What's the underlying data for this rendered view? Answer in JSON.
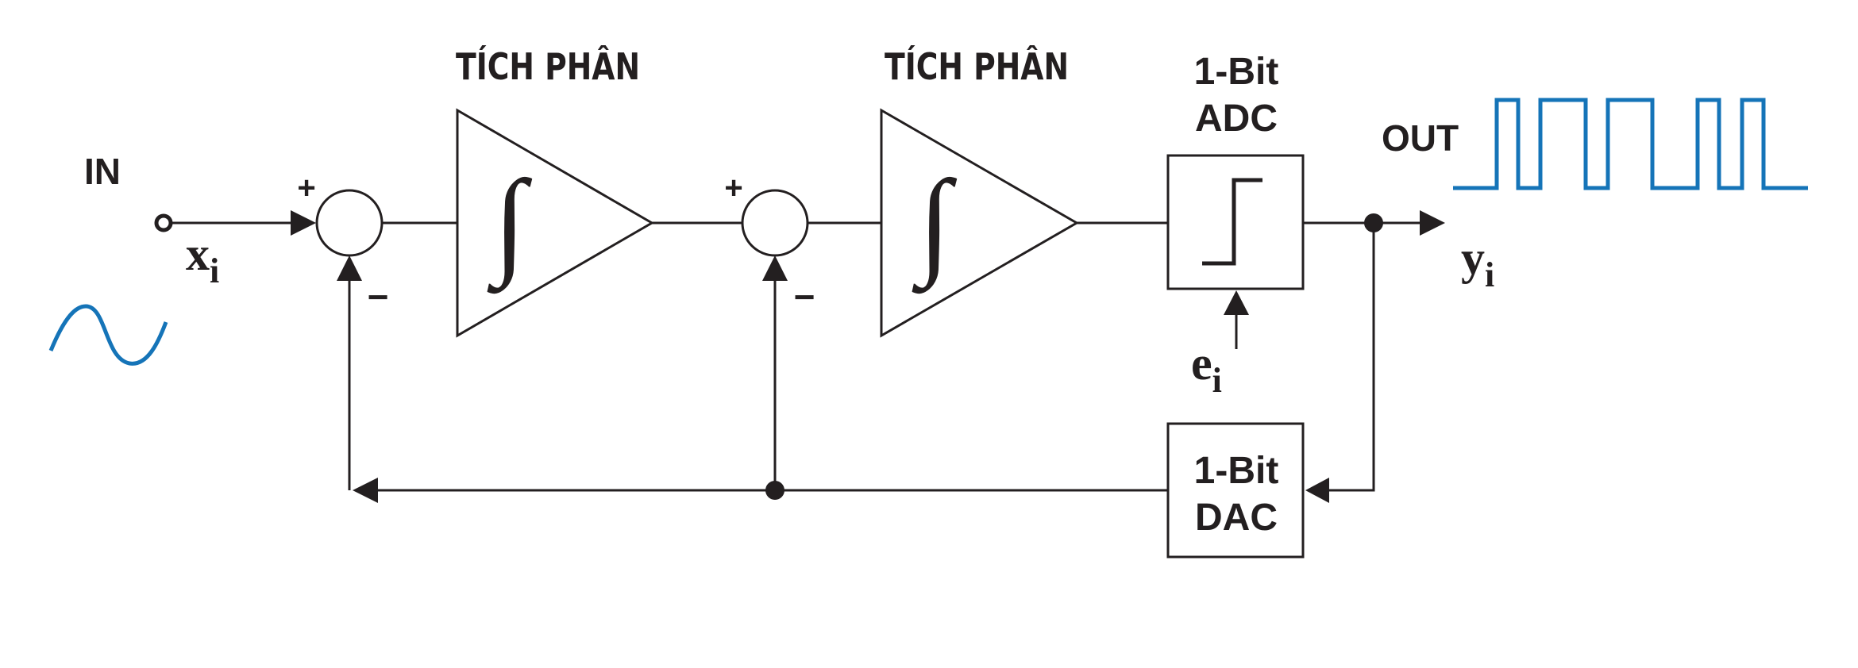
{
  "labels": {
    "in": "IN",
    "out": "OUT",
    "x_main": "x",
    "x_sub": "i",
    "y_main": "y",
    "y_sub": "i",
    "e_main": "e",
    "e_sub": "i",
    "integrator1": "TÍCH PHÂN",
    "integrator2": "TÍCH PHÂN",
    "adc_line1": "1-Bit",
    "adc_line2": "ADC",
    "dac_line1": "1-Bit",
    "dac_line2": "DAC",
    "plus1": "+",
    "minus1": "−",
    "plus2": "+",
    "minus2": "−",
    "integral_symbol": "∫"
  },
  "colors": {
    "line": "#231f20",
    "signal": "#1574b8"
  },
  "icons": {
    "input_signal": "sine-wave-icon",
    "output_signal": "pulse-train-icon",
    "comparator": "step-icon"
  }
}
